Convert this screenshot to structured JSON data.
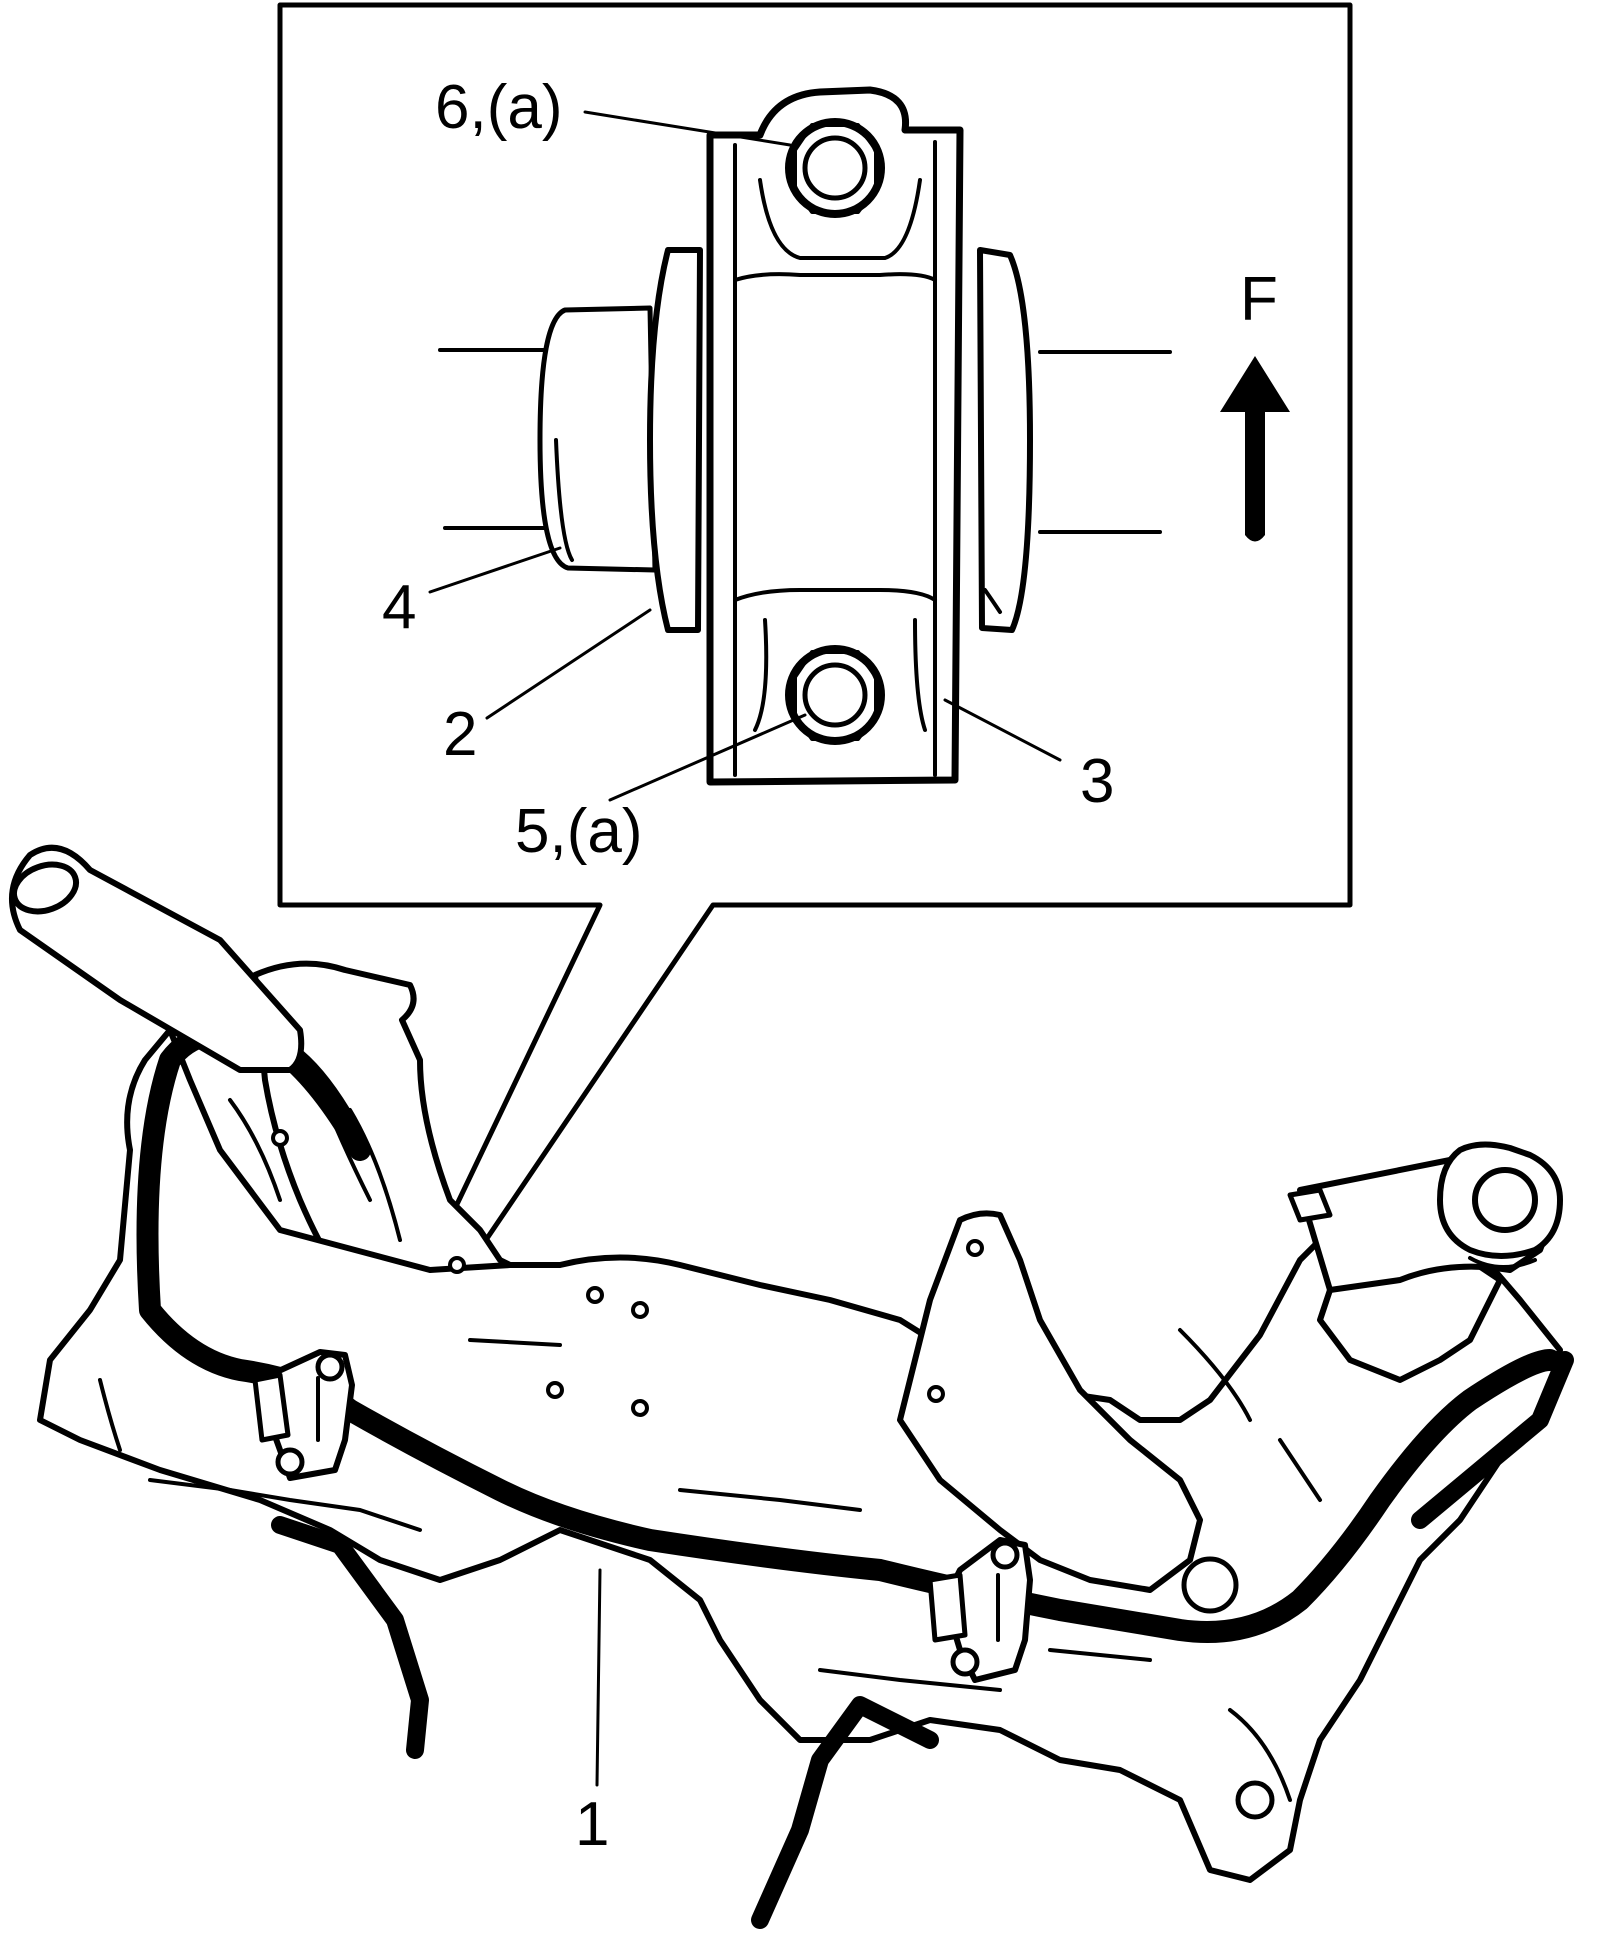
{
  "labels": {
    "callout_6a": "6,(a)",
    "callout_5a": "5,(a)",
    "callout_4": "4",
    "callout_2": "2",
    "callout_3": "3",
    "callout_1": "1",
    "forward_arrow": "F"
  },
  "colors": {
    "line": "#000000",
    "background": "#ffffff"
  }
}
